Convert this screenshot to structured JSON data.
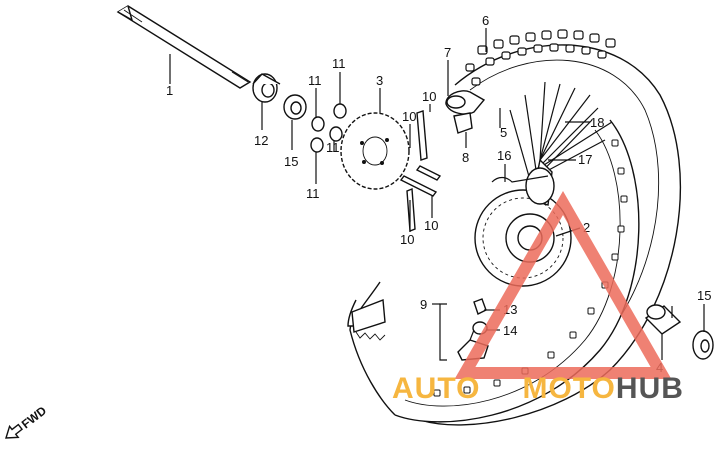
{
  "callouts": {
    "c1": "1",
    "c2": "2",
    "c3": "3",
    "c4": "4",
    "c5": "5",
    "c6": "6",
    "c7": "7",
    "c8": "8",
    "c9": "9",
    "c10a": "10",
    "c10b": "10",
    "c10c": "10",
    "c10d": "10",
    "c11a": "11",
    "c11b": "11",
    "c11c": "11",
    "c11d": "11",
    "c12": "12",
    "c13": "13",
    "c14": "14",
    "c15a": "15",
    "c15b": "15",
    "c16": "16",
    "c17": "17",
    "c18": "18"
  },
  "direction_label": "FWD",
  "watermark": {
    "text_part1": "AUTO",
    "text_part2": "MOTO",
    "text_part3": "HUB",
    "color_part1": "#f6b640",
    "color_part2": "#f6b640",
    "color_part3": "#555555",
    "triangle_color": "#ec6b5a"
  }
}
